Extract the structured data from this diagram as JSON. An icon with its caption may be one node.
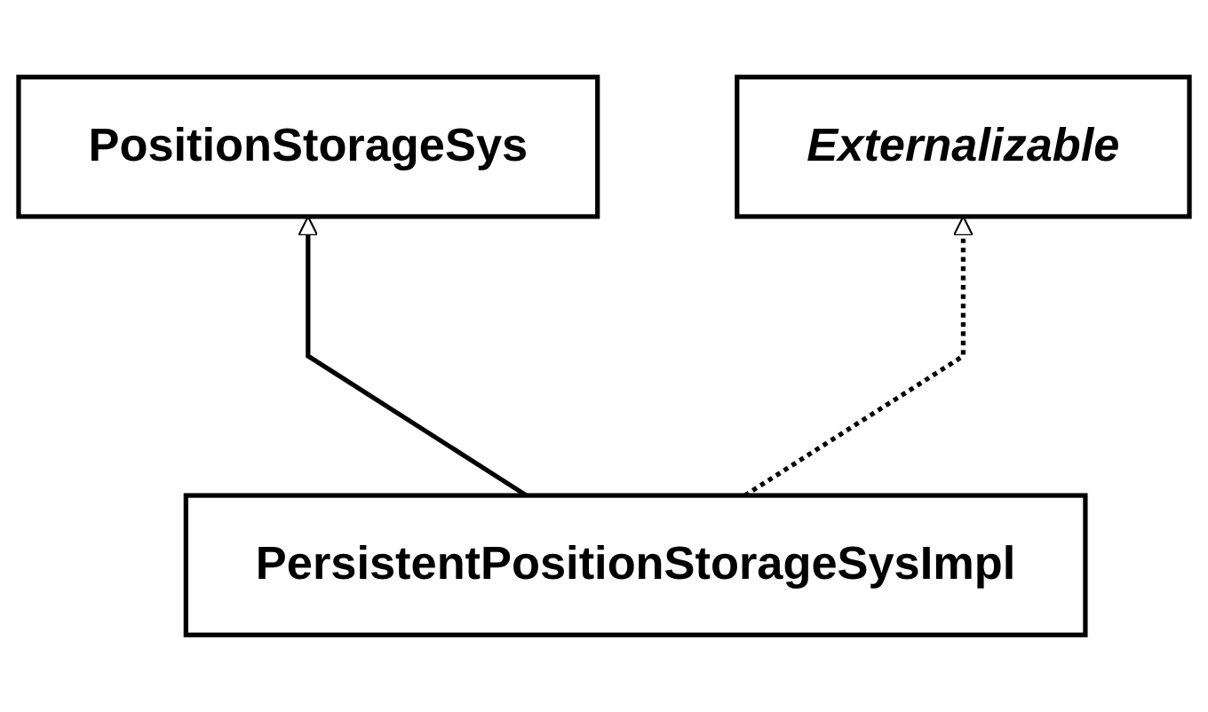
{
  "diagram": {
    "nodes": [
      {
        "text": [
          "PositionStorageSys"
        ]
      },
      {
        "text": [
          "Externalizable"
        ]
      },
      {
        "text": [
          "PersistentPositionStorageSysImpl"
        ]
      }
    ],
    "edges": [
      {
        "from": 2,
        "to": 0,
        "arrow": "to"
      },
      {
        "from": 2,
        "to": 1,
        "arrow": "to",
        "style": "dashed"
      }
    ]
  }
}
